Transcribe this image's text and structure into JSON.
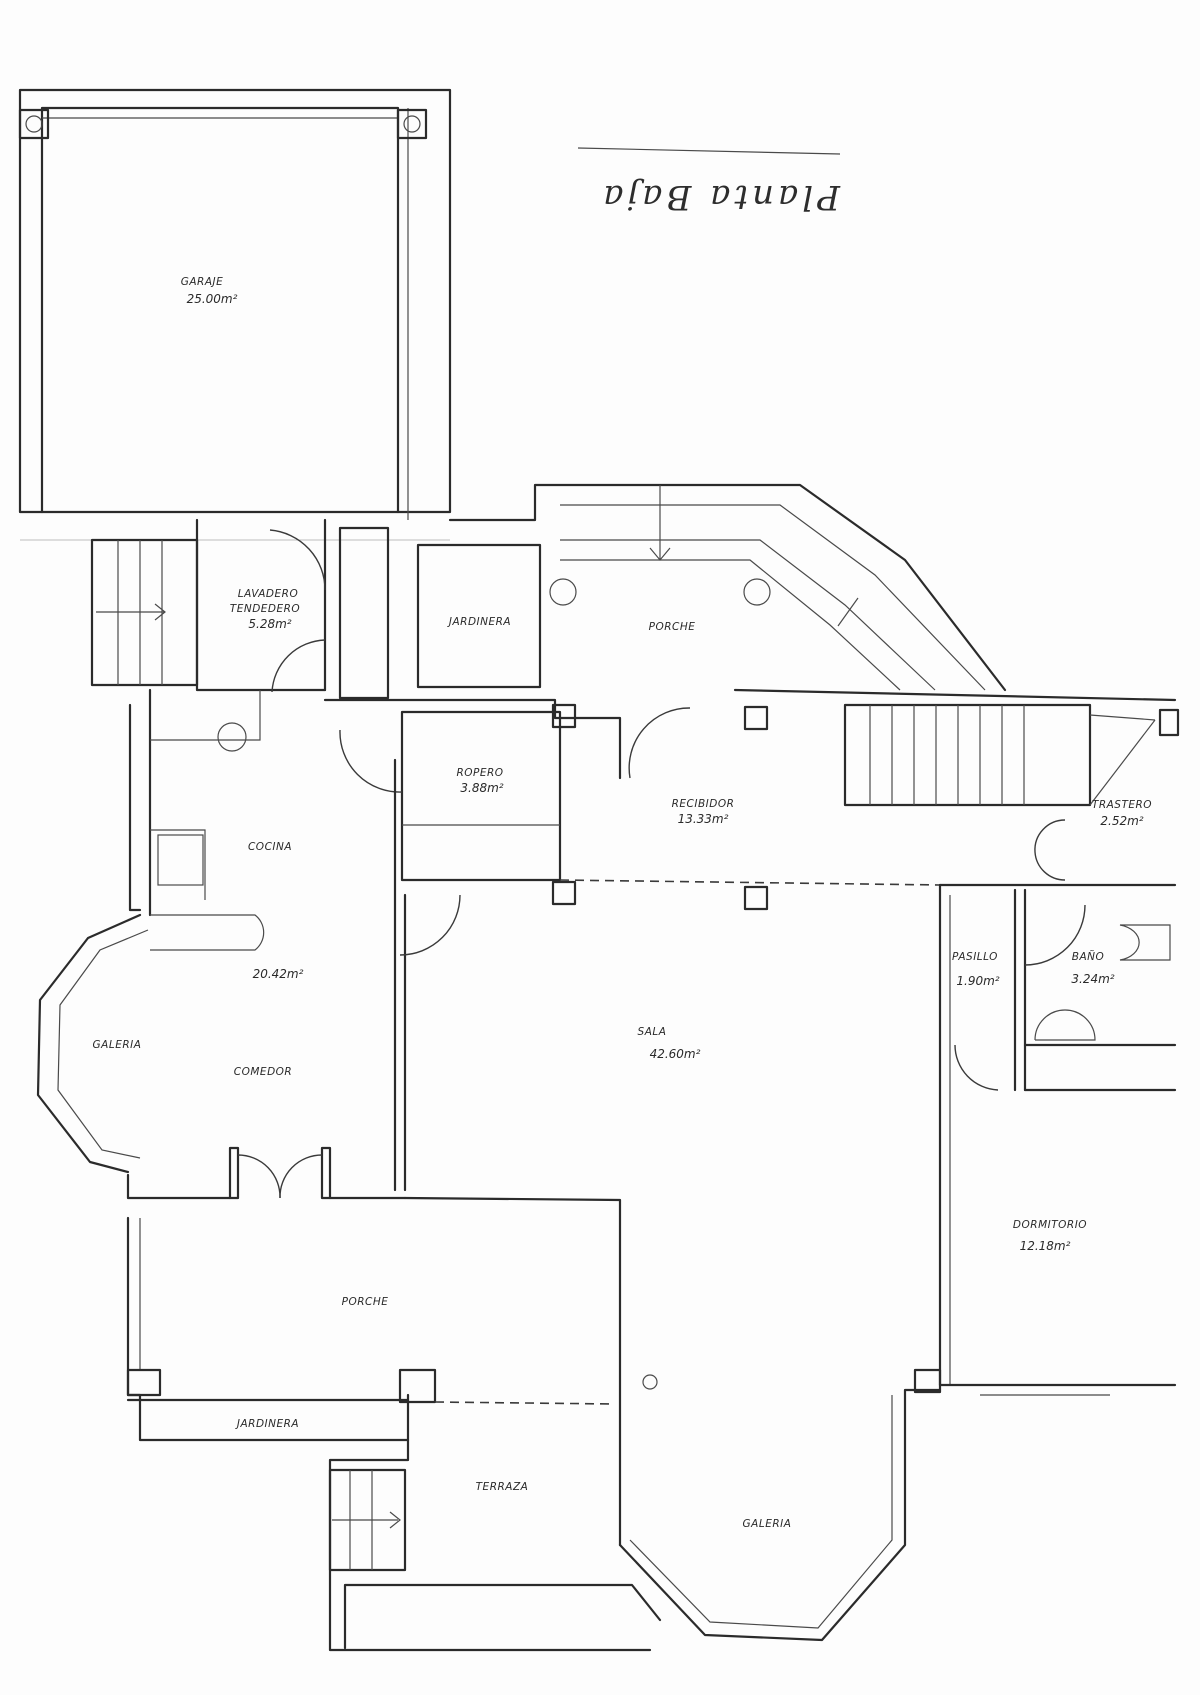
{
  "plan_title": "Planta Baja",
  "rooms": {
    "garaje": {
      "name": "GARAJE",
      "area": "25.00m²"
    },
    "lavadero": {
      "name": "LAVADERO",
      "name2": "TENDEDERO",
      "area": "5.28m²"
    },
    "jardinera_norte": {
      "name": "JARDINERA"
    },
    "porche_norte": {
      "name": "PORCHE"
    },
    "ropero": {
      "name": "ROPERO",
      "area": "3.88m²"
    },
    "recibidor": {
      "name": "RECIBIDOR",
      "area": "13.33m²"
    },
    "trastero": {
      "name": "TRASTERO",
      "area": "2.52m²"
    },
    "cocina": {
      "name": "COCINA",
      "area": "20.42m²"
    },
    "galeria_oeste": {
      "name": "GALERIA"
    },
    "comedor": {
      "name": "COMEDOR"
    },
    "sala": {
      "name": "SALA",
      "area": "42.60m²"
    },
    "pasillo": {
      "name": "PASILLO",
      "area": "1.90m²"
    },
    "bano": {
      "name": "BAÑO",
      "area": "3.24m²"
    },
    "dormitorio": {
      "name": "DORMITORIO",
      "area": "12.18m²"
    },
    "porche_sur": {
      "name": "PORCHE"
    },
    "jardinera_sur": {
      "name": "JARDINERA"
    },
    "terraza": {
      "name": "TERRAZA"
    },
    "galeria_sur": {
      "name": "GALERIA"
    }
  }
}
